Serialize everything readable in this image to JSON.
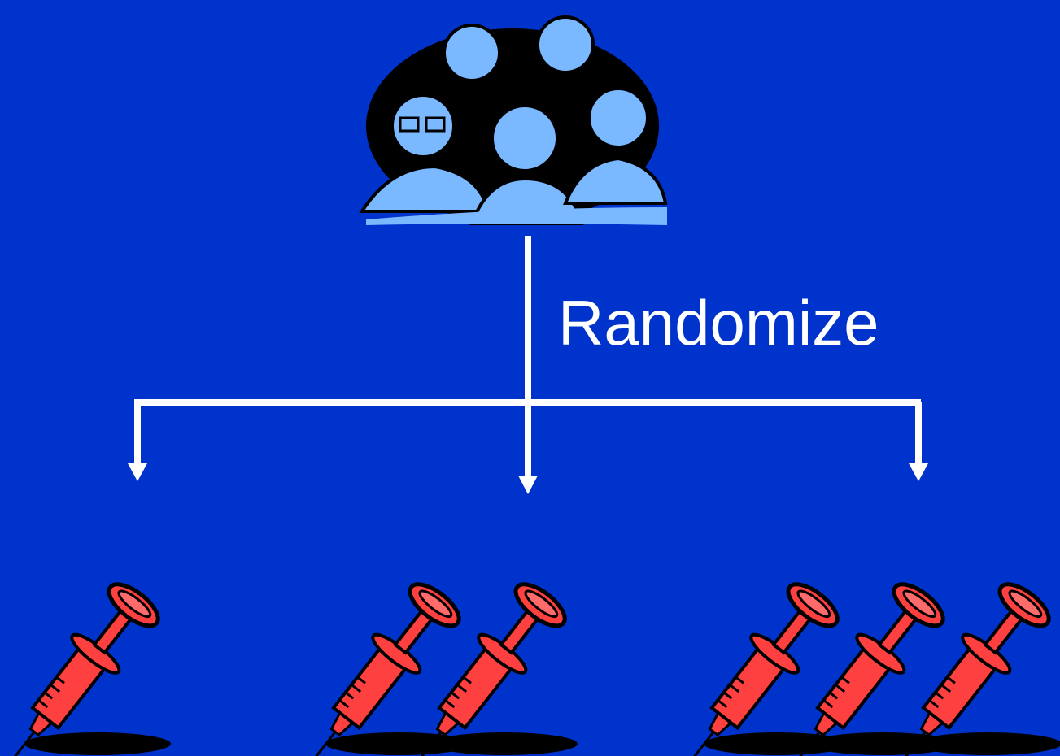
{
  "diagram": {
    "label": "Randomize",
    "colors": {
      "background": "#0033cc",
      "arrow": "#ffffff",
      "group_fill": "#7ab8ff",
      "syringe_fill": "#ff4040"
    },
    "people_icon": "group-of-people-icon",
    "syringe_icon": "syringe-icon",
    "arms": [
      {
        "syringe_count": 1
      },
      {
        "syringe_count": 2
      },
      {
        "syringe_count": 3
      }
    ]
  }
}
